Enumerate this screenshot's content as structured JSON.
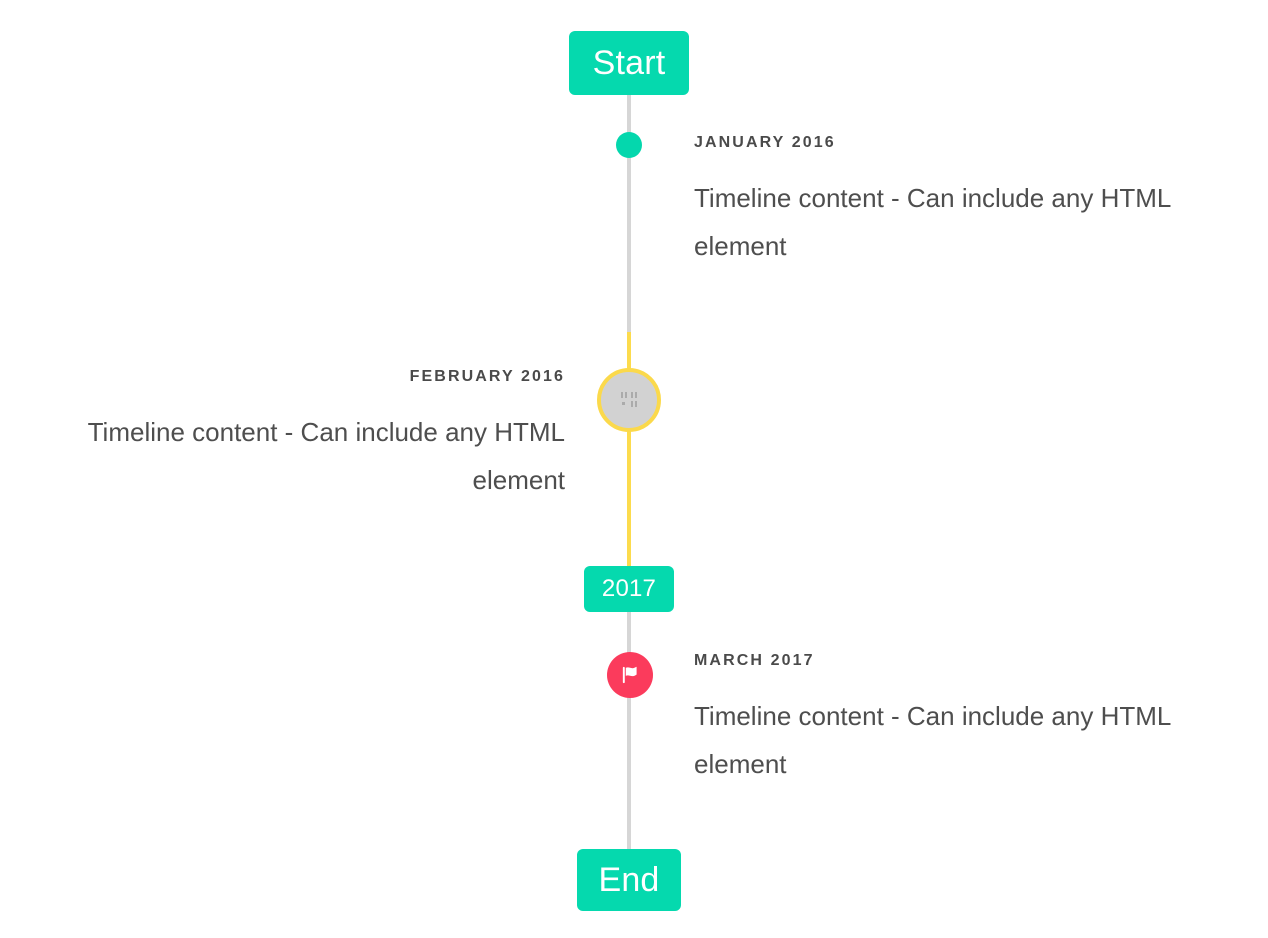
{
  "timeline": {
    "start_badge": {
      "label": "Start",
      "color": "#05d9ae"
    },
    "mid_badge": {
      "label": "2017",
      "color": "#05d9ae"
    },
    "end_badge": {
      "label": "End",
      "color": "#05d9ae"
    },
    "line_color": "#d6d6d6",
    "line_highlight_color": "#fcdb4d",
    "entries": [
      {
        "date": "JANUARY 2016",
        "body": "Timeline content - Can include any HTML element",
        "side": "right",
        "marker": {
          "type": "dot",
          "icon": "circle-dot-icon",
          "color": "#04d7ad"
        }
      },
      {
        "date": "FEBRUARY 2016",
        "body": "Timeline content - Can include any HTML element",
        "side": "left",
        "marker": {
          "type": "image",
          "icon": "broken-image-icon",
          "color": "#d2d2d2",
          "ring_color": "#fbd94b"
        }
      },
      {
        "date": "MARCH 2017",
        "body": "Timeline content - Can include any HTML element",
        "side": "right",
        "marker": {
          "type": "icon",
          "icon": "flag-icon",
          "color": "#fb3b5c"
        }
      }
    ]
  }
}
